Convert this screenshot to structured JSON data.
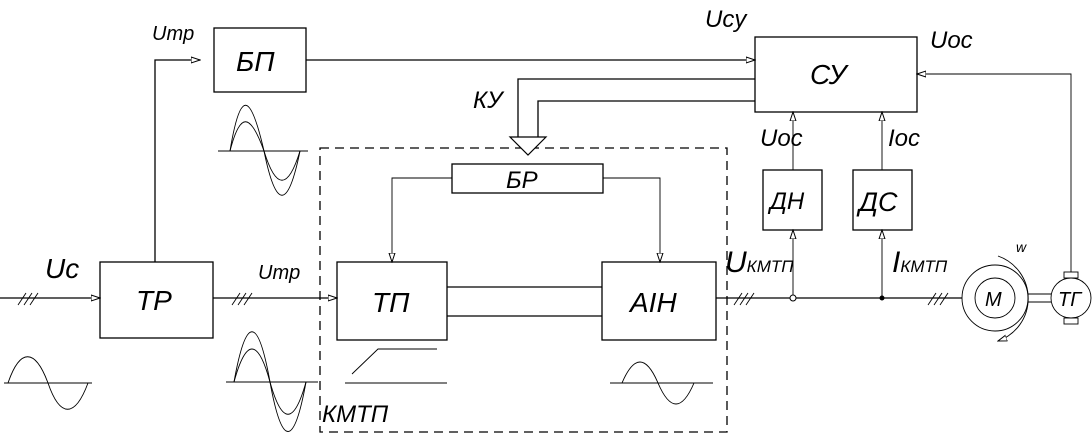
{
  "blocks": {
    "bp": "БП",
    "su": "СУ",
    "br": "БР",
    "tr": "ТР",
    "tp": "ТП",
    "ain": "AIН",
    "dn": "ДН",
    "ds": "ДС",
    "motor": "М",
    "tg": "ТГ"
  },
  "labels": {
    "u_tr_top": "Ump",
    "u_tr_mid": "Ump",
    "u_c": "Uc",
    "u_su": "Ucy",
    "u_oc_right": "Uoc",
    "u_oc_dn": "Uoc",
    "i_oc": "Ioc",
    "ku": "КУ",
    "u_kmtp_main": "U",
    "u_kmtp_sub": "КМТП",
    "i_kmtp_main": "I",
    "i_kmtp_sub": "КМТП",
    "omega": "w",
    "kmtp": "КМТП"
  }
}
